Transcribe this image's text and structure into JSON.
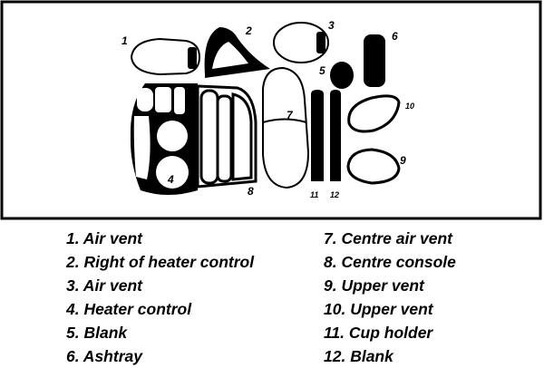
{
  "callouts": {
    "n1": "1",
    "n2": "2",
    "n3": "3",
    "n4": "4",
    "n5": "5",
    "n6": "6",
    "n7": "7",
    "n8": "8",
    "n9": "9",
    "n10": "10",
    "n11": "11",
    "n12": "12"
  },
  "legend": {
    "left": [
      "1. Air vent",
      "2. Right of heater control",
      "3. Air vent",
      "4. Heater control",
      "5. Blank",
      "6. Ashtray"
    ],
    "right": [
      "7. Centre air vent",
      "8. Centre console",
      "9. Upper vent",
      "10. Upper vent",
      "11. Cup holder",
      "12. Blank"
    ]
  },
  "colors": {
    "ink": "#000000",
    "paper": "#ffffff"
  }
}
